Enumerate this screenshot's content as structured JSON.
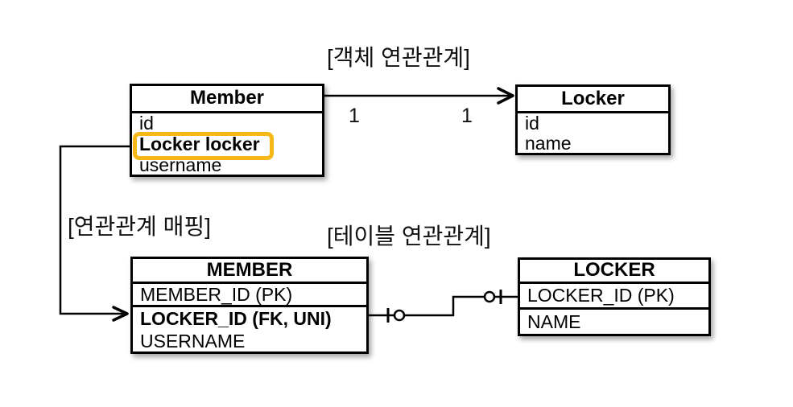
{
  "labels": {
    "object_relation": "[객체 연관관계]",
    "mapping": "[연관관계 매핑]",
    "table_relation": "[테이블 연관관계]"
  },
  "object_diagram": {
    "member": {
      "title": "Member",
      "fields": [
        "id",
        "Locker locker",
        "username"
      ],
      "highlighted_field": "Locker locker"
    },
    "locker": {
      "title": "Locker",
      "fields": [
        "id",
        "name"
      ]
    },
    "association": {
      "multiplicity_source": "1",
      "multiplicity_target": "1"
    }
  },
  "table_diagram": {
    "member": {
      "title": "MEMBER",
      "columns": [
        "MEMBER_ID (PK)",
        "LOCKER_ID (FK, UNI)",
        "USERNAME"
      ],
      "emphasized_column": "LOCKER_ID (FK, UNI)"
    },
    "locker": {
      "title": "LOCKER",
      "columns": [
        "LOCKER_ID (PK)",
        "NAME"
      ]
    },
    "relationship_notation": {
      "member_end": "zero-or-one",
      "locker_end": "zero-or-one"
    }
  },
  "colors": {
    "highlight": "#F7B717",
    "line": "#000000",
    "box_border": "#000000",
    "background": "#FFFFFF"
  }
}
